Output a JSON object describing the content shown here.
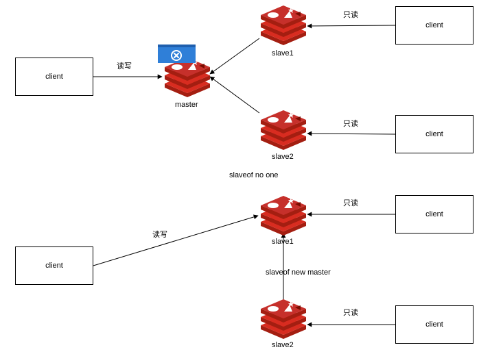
{
  "top": {
    "client_left": "client",
    "client_slave1": "client",
    "client_slave2": "client",
    "label_read_write": "读写",
    "label_read_only_1": "只读",
    "label_read_only_2": "只读",
    "master_label": "master",
    "slave1_label": "slave1",
    "slave2_label": "slave2"
  },
  "middle_caption": "slaveof no one",
  "bottom": {
    "client_left": "client",
    "client_slave1": "client",
    "client_slave2": "client",
    "label_read_write": "读写",
    "label_read_only_1": "只读",
    "label_read_only_2": "只读",
    "slave1_label": "slave1",
    "slave2_label": "slave2",
    "replication_label": "slaveof new master"
  },
  "colors": {
    "redis_red": "#c6302b",
    "redis_dark": "#a41e11",
    "failed_badge_blue": "#2f7fd8"
  },
  "icons": [
    "redis-icon",
    "failed-x-icon"
  ]
}
